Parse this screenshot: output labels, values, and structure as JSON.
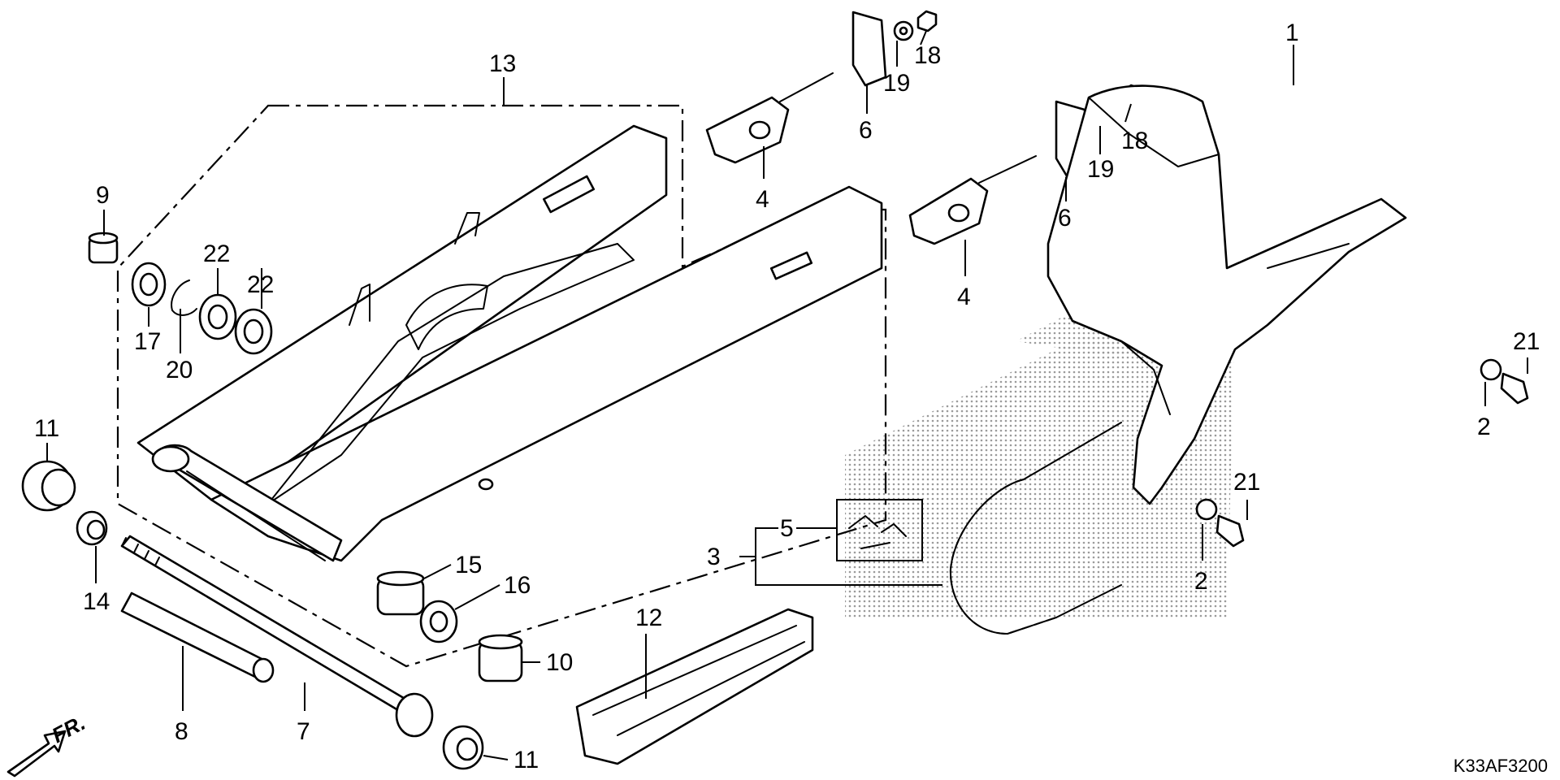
{
  "diagram": {
    "drawing_code": "K33AF3200",
    "direction_label": "FR.",
    "colors": {
      "line": "#000000",
      "background": "#ffffff",
      "dots": "#9a9a9a"
    },
    "callouts": [
      {
        "id": "c1",
        "label": "1",
        "part": "rear-fender"
      },
      {
        "id": "c2a",
        "label": "2",
        "part": "collar-upper"
      },
      {
        "id": "c2b",
        "label": "2",
        "part": "collar-lower"
      },
      {
        "id": "c3",
        "label": "3",
        "part": "drive-chain"
      },
      {
        "id": "c4a",
        "label": "4",
        "part": "chain-adjuster-left"
      },
      {
        "id": "c4b",
        "label": "4",
        "part": "chain-adjuster-right"
      },
      {
        "id": "c5",
        "label": "5",
        "part": "chain-joint-kit"
      },
      {
        "id": "c6a",
        "label": "6",
        "part": "adjuster-plate-left"
      },
      {
        "id": "c6b",
        "label": "6",
        "part": "adjuster-plate-right"
      },
      {
        "id": "c7",
        "label": "7",
        "part": "pivot-bolt"
      },
      {
        "id": "c8",
        "label": "8",
        "part": "pivot-collar"
      },
      {
        "id": "c9",
        "label": "9",
        "part": "spacer-collar"
      },
      {
        "id": "c10",
        "label": "10",
        "part": "dust-collar"
      },
      {
        "id": "c11a",
        "label": "11",
        "part": "pivot-cap-left"
      },
      {
        "id": "c11b",
        "label": "11",
        "part": "pivot-nut-right"
      },
      {
        "id": "c12",
        "label": "12",
        "part": "chain-slider"
      },
      {
        "id": "c13",
        "label": "13",
        "part": "swingarm"
      },
      {
        "id": "c14",
        "label": "14",
        "part": "pivot-nut"
      },
      {
        "id": "c15",
        "label": "15",
        "part": "needle-bearing"
      },
      {
        "id": "c16",
        "label": "16",
        "part": "oil-seal-right"
      },
      {
        "id": "c17",
        "label": "17",
        "part": "oil-seal-left"
      },
      {
        "id": "c18a",
        "label": "18",
        "part": "nut-left"
      },
      {
        "id": "c18b",
        "label": "18",
        "part": "nut-right"
      },
      {
        "id": "c19a",
        "label": "19",
        "part": "washer-left"
      },
      {
        "id": "c19b",
        "label": "19",
        "part": "washer-right"
      },
      {
        "id": "c20",
        "label": "20",
        "part": "circlip"
      },
      {
        "id": "c21a",
        "label": "21",
        "part": "bolt-upper"
      },
      {
        "id": "c21b",
        "label": "21",
        "part": "bolt-lower"
      },
      {
        "id": "c22a",
        "label": "22",
        "part": "ball-bearing-outer"
      },
      {
        "id": "c22b",
        "label": "22",
        "part": "ball-bearing-inner"
      }
    ]
  }
}
